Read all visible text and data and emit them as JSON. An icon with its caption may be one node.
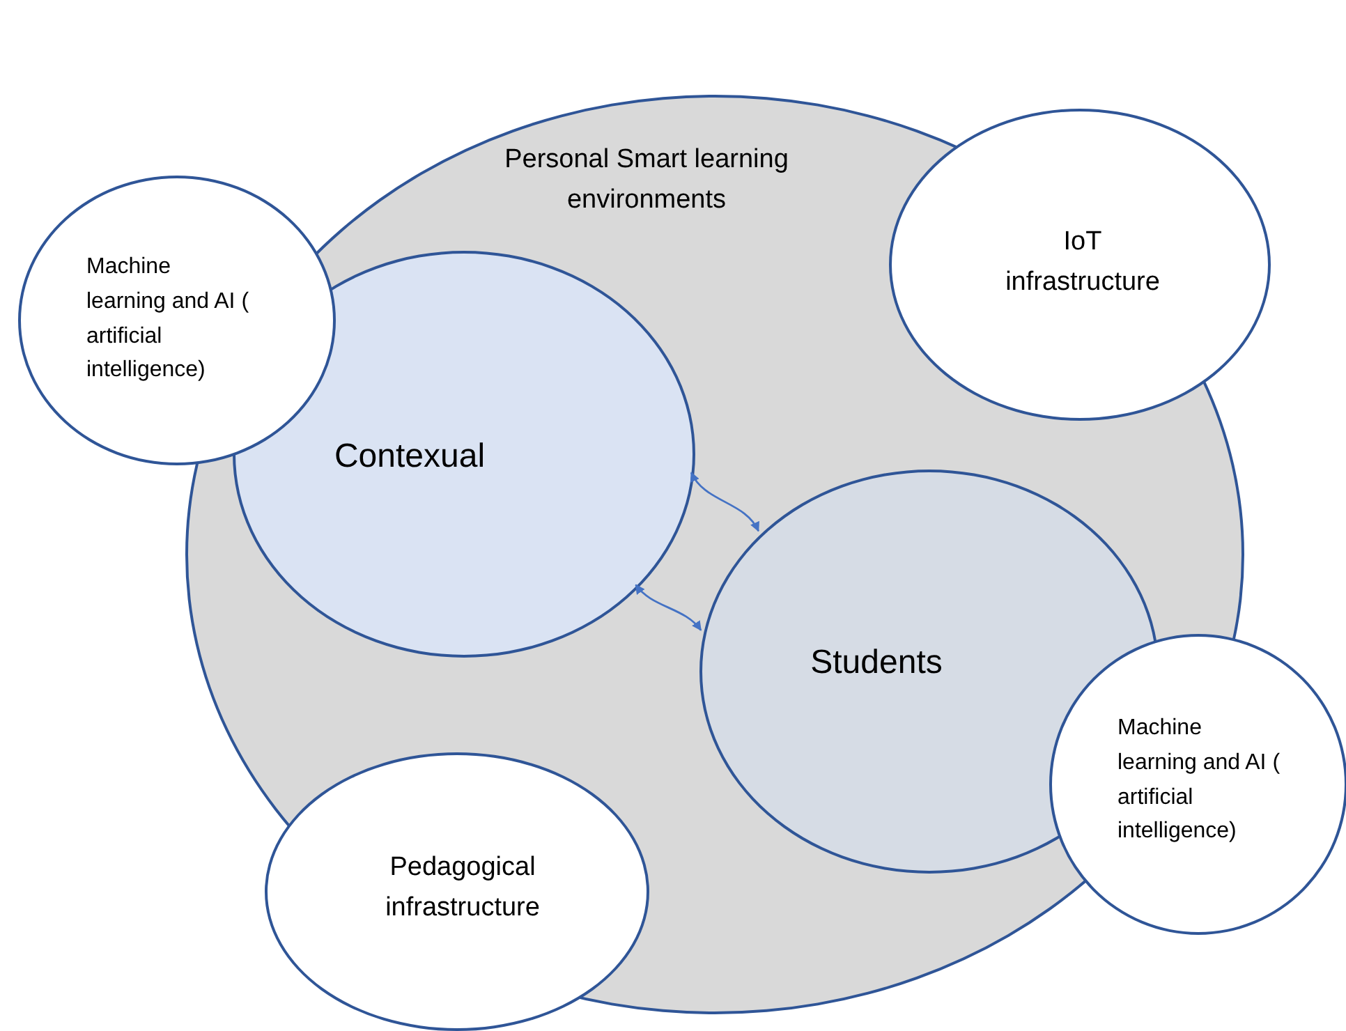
{
  "diagram": {
    "nodes": [
      {
        "text": [
          "Personal Smart learning environments"
        ]
      },
      {
        "text": [
          "Machine learning and AI ( artificial intelligence)"
        ]
      },
      {
        "text": [
          "Contexual"
        ],
        "in": 0
      },
      {
        "text": [
          "IoT infrastructure"
        ]
      },
      {
        "text": [
          "Students"
        ],
        "in": 0
      },
      {
        "text": [
          "Machine learning and AI ( artificial intelligence)"
        ]
      },
      {
        "text": [
          "Pedagogical infrastructure"
        ]
      }
    ],
    "edges": [
      {
        "from": 2,
        "to": 4,
        "arrow": "both"
      },
      {
        "from": 2,
        "to": 4,
        "arrow": "both"
      }
    ]
  }
}
